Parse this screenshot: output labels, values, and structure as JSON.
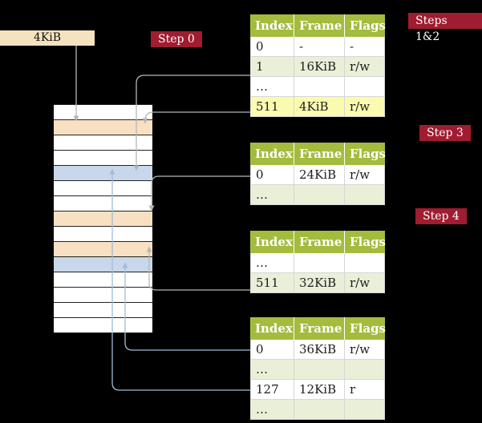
{
  "figure": {
    "background": "#000000"
  },
  "labels": {
    "mem_box": "4KiB",
    "step0": "Step 0",
    "steps12": "Steps 1&2",
    "step3": "Step 3",
    "step4": "Step 4"
  },
  "colors": {
    "badge_red": "#a01c30",
    "table_header_green": "#a3bc3e",
    "row_green": "#eaf0d8",
    "row_highlight_yellow": "#fbfbb0",
    "memory_peach": "#f8e0c2",
    "memory_blue": "#c8d8ea",
    "memory_label_box": "#f5e3bd",
    "arrow_gray": "#b4b6b8",
    "arrow_blue": "#a0bcd8"
  },
  "tables": [
    {
      "name": "page-table-steps-1-2",
      "headers": [
        "Index",
        "Frame",
        "Flags"
      ],
      "rows": [
        {
          "cells": [
            "0",
            "-",
            "-"
          ]
        },
        {
          "cells": [
            "1",
            "16KiB",
            "r/w"
          ]
        },
        {
          "cells": [
            "…",
            "",
            ""
          ]
        },
        {
          "cells": [
            "511",
            "4KiB",
            "r/w"
          ],
          "highlight": true
        }
      ]
    },
    {
      "name": "page-table-step-3",
      "headers": [
        "Index",
        "Frame",
        "Flags"
      ],
      "rows": [
        {
          "cells": [
            "0",
            "24KiB",
            "r/w"
          ]
        },
        {
          "cells": [
            "…",
            "",
            ""
          ]
        }
      ]
    },
    {
      "name": "page-table-step-4",
      "headers": [
        "Index",
        "Frame",
        "Flags"
      ],
      "rows": [
        {
          "cells": [
            "…",
            "",
            ""
          ]
        },
        {
          "cells": [
            "511",
            "32KiB",
            "r/w"
          ]
        }
      ]
    },
    {
      "name": "page-table-final",
      "headers": [
        "Index",
        "Frame",
        "Flags"
      ],
      "rows": [
        {
          "cells": [
            "0",
            "36KiB",
            "r/w"
          ]
        },
        {
          "cells": [
            "…",
            "",
            ""
          ]
        },
        {
          "cells": [
            "127",
            "12KiB",
            "r"
          ]
        },
        {
          "cells": [
            "…",
            "",
            ""
          ]
        }
      ]
    }
  ],
  "memory_strip": {
    "cells": [
      "white",
      "peach",
      "white",
      "white",
      "blue",
      "white",
      "white",
      "peach",
      "white",
      "peach",
      "blue",
      "white",
      "white",
      "white",
      "white"
    ]
  }
}
